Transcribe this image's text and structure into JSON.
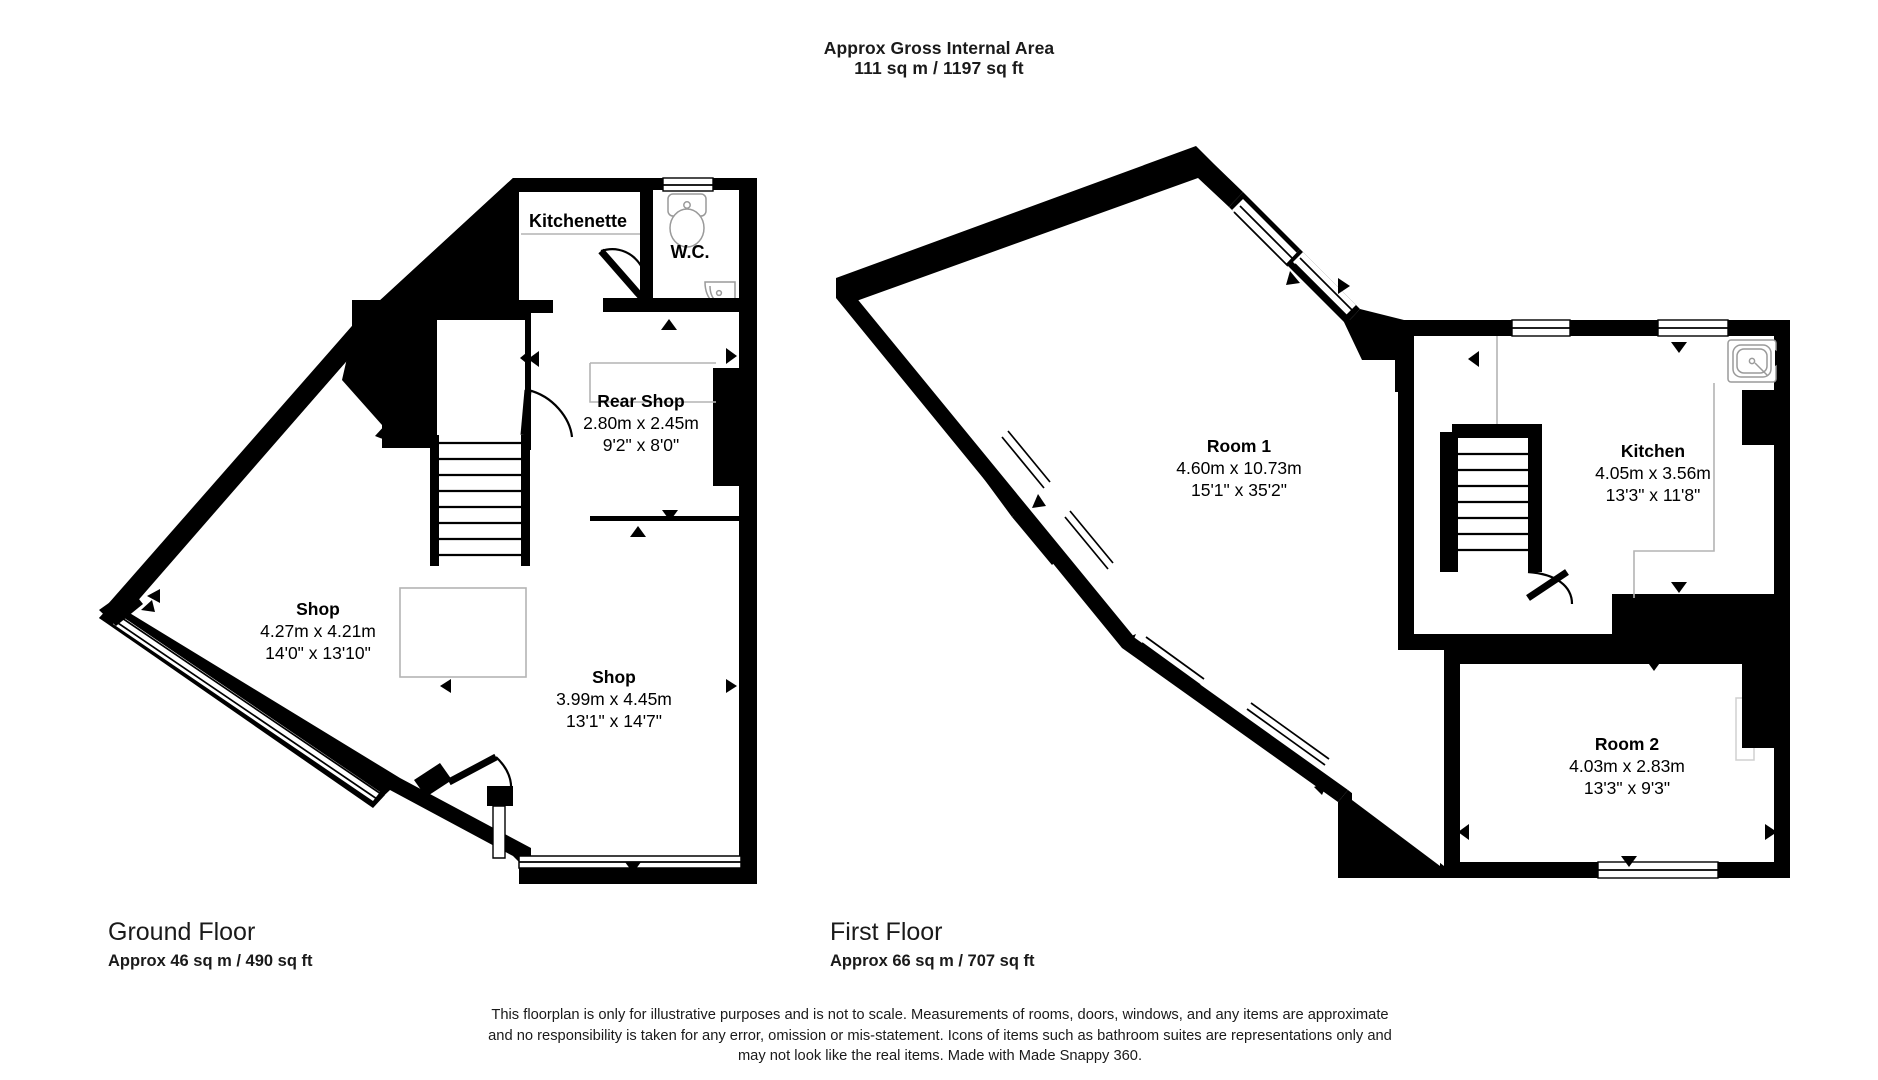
{
  "header": {
    "title": "Approx Gross Internal Area",
    "area": "111 sq m / 1197 sq ft"
  },
  "floors": [
    {
      "id": "ground",
      "name": "Ground Floor",
      "area": "Approx 46 sq m / 490 sq ft",
      "rooms": [
        {
          "id": "kitchenette",
          "name": "Kitchenette",
          "metric": "",
          "imperial": ""
        },
        {
          "id": "wc",
          "name": "W.C.",
          "metric": "",
          "imperial": ""
        },
        {
          "id": "rear-shop",
          "name": "Rear Shop",
          "metric": "2.80m x 2.45m",
          "imperial": "9'2\" x 8'0\""
        },
        {
          "id": "shop-front",
          "name": "Shop",
          "metric": "4.27m x 4.21m",
          "imperial": "14'0\" x 13'10\""
        },
        {
          "id": "shop-side",
          "name": "Shop",
          "metric": "3.99m x 4.45m",
          "imperial": "13'1\" x 14'7\""
        }
      ]
    },
    {
      "id": "first",
      "name": "First Floor",
      "area": "Approx 66 sq m / 707 sq ft",
      "rooms": [
        {
          "id": "room-1",
          "name": "Room 1",
          "metric": "4.60m x 10.73m",
          "imperial": "15'1\" x 35'2\""
        },
        {
          "id": "kitchen",
          "name": "Kitchen",
          "metric": "4.05m x 3.56m",
          "imperial": "13'3\" x 11'8\""
        },
        {
          "id": "room-2",
          "name": "Room 2",
          "metric": "4.03m x 2.83m",
          "imperial": "13'3\" x 9'3\""
        }
      ]
    }
  ],
  "disclaimer": {
    "line1": "This floorplan is only for illustrative purposes and is not to scale. Measurements of rooms, doors, windows, and any items are approximate",
    "line2": "and no responsibility is taken for any error, omission or mis-statement. Icons of items such as bathroom suites are representations only and",
    "line3": "may not look like the real items. Made with Made Snappy 360."
  },
  "colors": {
    "wall": "#000000",
    "background": "#ffffff",
    "text": "#1a1a1a",
    "fixture_outline": "#9a9a9a",
    "light_line": "#b4b4b4"
  },
  "icons": {
    "toilet": "toilet-icon",
    "basin": "corner-basin-icon",
    "sink": "kitchen-sink-icon",
    "stairs": "staircase-icon",
    "door": "door-swing-icon",
    "window": "window-icon",
    "direction_arrow": "direction-arrow-icon"
  }
}
